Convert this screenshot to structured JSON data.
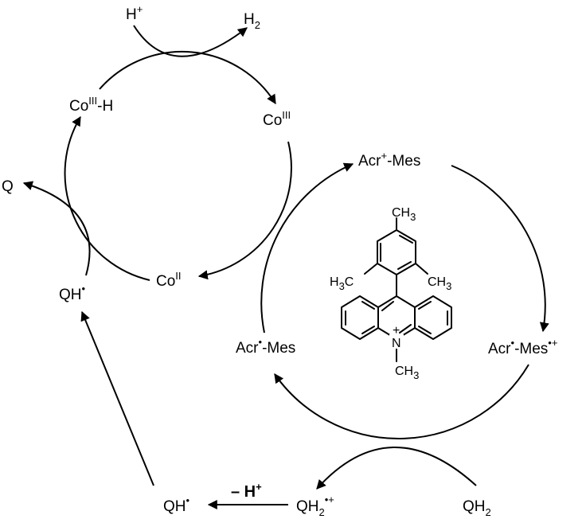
{
  "cobalt_cycle": {
    "h_plus": {
      "main": "H",
      "sup": "+"
    },
    "h2": {
      "main": "H",
      "sub": "2"
    },
    "co_iii_h": {
      "main": "Co",
      "sup": "III",
      "tail": "-H"
    },
    "co_iii": {
      "main": "Co",
      "sup": "III"
    },
    "co_ii": {
      "main": "Co",
      "sup": "II"
    }
  },
  "quinone_branch": {
    "q": "Q",
    "qh_radical_top": {
      "main": "QH",
      "sup": "•"
    },
    "qh_radical_bottom": {
      "main": "QH",
      "sup": "•"
    },
    "minus_h_plus": {
      "main": "– H",
      "sup": "+"
    },
    "qh2_radical_cation": {
      "main": "QH",
      "sub": "2",
      "sup": "•+"
    },
    "qh2": {
      "main": "QH",
      "sub": "2"
    }
  },
  "acridinium_cycle": {
    "acr_plus_mes": {
      "a": "Acr",
      "sup": "+",
      "b": "-Mes"
    },
    "acr_radical_mes": {
      "a": "Acr",
      "sup": "•",
      "b": "-Mes"
    },
    "acr_radical_mes_radical_cation": {
      "a": "Acr",
      "sup1": "•",
      "b": "-Mes",
      "sup2": "•+"
    }
  },
  "structure": {
    "ch3_top": {
      "main": "CH",
      "sub": "3"
    },
    "h3c_left": {
      "pre": "H",
      "sub": "3",
      "post": "C"
    },
    "ch3_right": {
      "main": "CH",
      "sub": "3"
    },
    "n_plus": "+",
    "n_label": "N",
    "ch3_n": {
      "main": "CH",
      "sub": "3"
    }
  },
  "colors": {
    "ink": "#000000",
    "background": "#ffffff"
  }
}
